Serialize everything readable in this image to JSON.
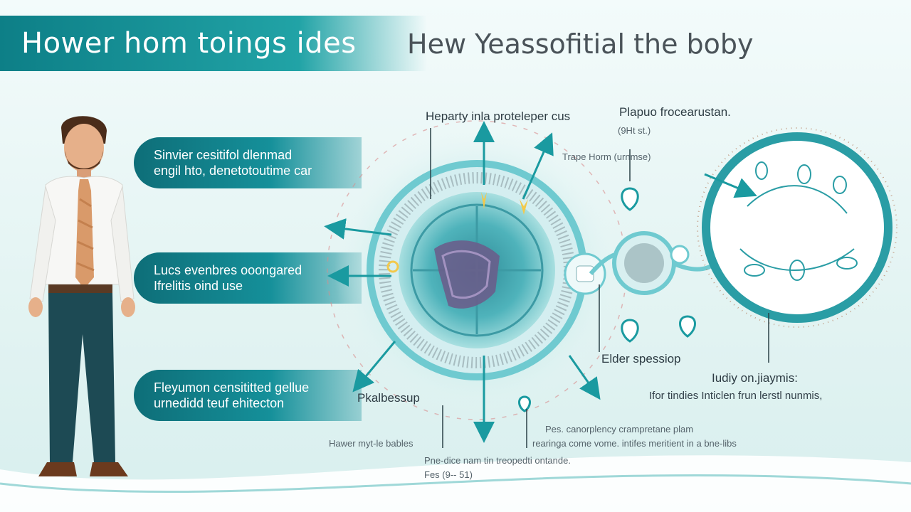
{
  "header": {
    "title": "Hower hom toings ides",
    "subtitle": "Hew Yeassofitial the boby"
  },
  "pills": [
    {
      "line1": "Sinvier cesitifol dlenmad",
      "line2": "engil hto, denetotoutime car"
    },
    {
      "line1": "Lucs evenbres ooongared",
      "line2": "Ifrelitis oind use"
    },
    {
      "line1": "Fleyumon censititted gellue",
      "line2": "urnedidd teuf ehitecton"
    }
  ],
  "labels": {
    "top_left": "Heparty inla proteleper cus",
    "top_right_title": "Plapuo frocearustan.",
    "top_right_sub": "(9Ht st.)",
    "mid_top": "Trape Horm (urnmse)",
    "center_lower": "Elder spessiop",
    "right_lower_title": "Iudiy on.jiaymis:",
    "right_lower_sub": "Ifor tindies Inticlen frun lerstl nunmis,",
    "bottom_left": "Pkalbessup",
    "bottom_caption_1": "Hawer myt-le bables",
    "bottom_caption_2": "Pes. canorplency crampretane plam",
    "bottom_caption_3": "rearinga come vome. intifes meritient in a bne-libs",
    "bottom_caption_4": "Pne-dice nam tin treopedti ontande.",
    "bottom_caption_5": "Fes (9-- 51)"
  },
  "colors": {
    "accent": "#15909a",
    "accent_dark": "#0d7f87",
    "cell_ring": "#6fcad0",
    "shield": "#6c5a8a"
  }
}
